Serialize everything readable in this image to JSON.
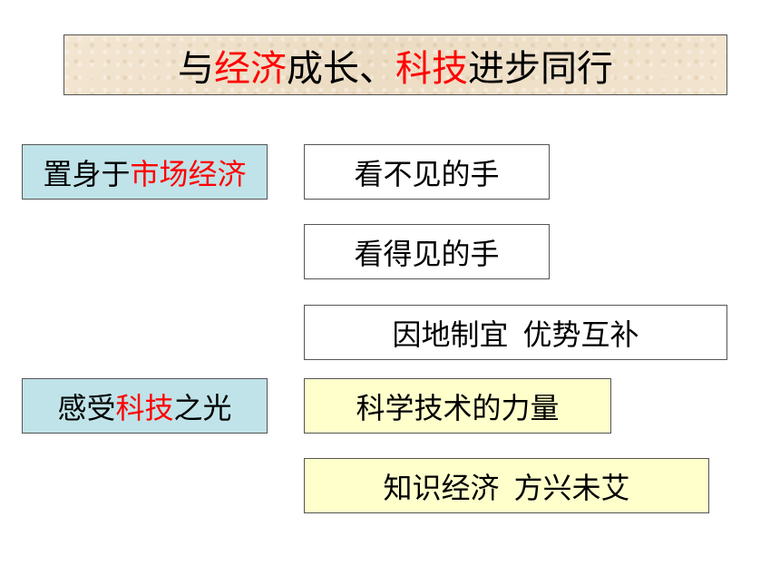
{
  "title": {
    "part1": "与",
    "part2_red": "经济",
    "part3": "成长、",
    "part4_red": "科技",
    "part5": "进步同行"
  },
  "categories": [
    {
      "plain": "置身于",
      "red": "市场经济",
      "after": ""
    },
    {
      "plain": "感受",
      "red": "科技",
      "after": "之光"
    }
  ],
  "topics": [
    {
      "text": "看不见的手"
    },
    {
      "text": "看得见的手"
    },
    {
      "text_a": "因地制宜",
      "text_b": "优势互补"
    },
    {
      "text": "科学技术的力量"
    },
    {
      "text_a": "知识经济",
      "text_b": "方兴未艾"
    }
  ],
  "colors": {
    "highlight": "#ff0000",
    "category_bg": "#bfe3e8",
    "yellow_bg": "#ffffcc",
    "title_bg": "#f0e2cc"
  }
}
